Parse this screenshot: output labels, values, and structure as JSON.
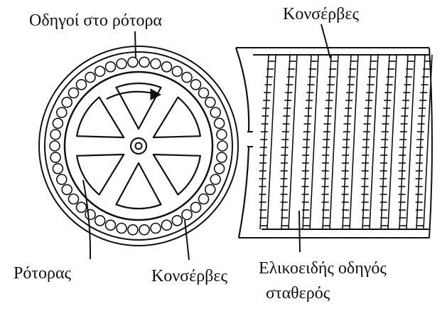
{
  "labels": {
    "rotor_guides": "Οδηγοί στο ρότορα",
    "cans_top": "Κονσέρβες",
    "rotor": "Ρότορας",
    "cans_bottom": "Κονσέρβες",
    "helical_guide_line1": "Ελικοειδής οδηγός",
    "helical_guide_line2": "σταθερός"
  },
  "colors": {
    "ink": "#111111",
    "paper": "#ffffff"
  },
  "icons": {
    "rotation": "curved-arrow-icon"
  }
}
